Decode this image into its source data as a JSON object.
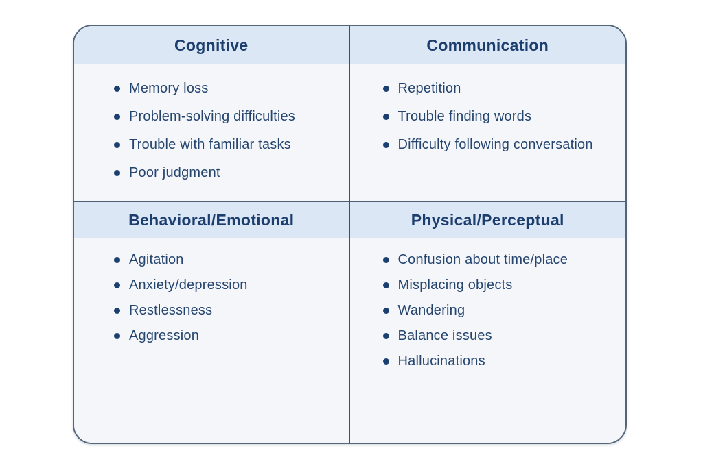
{
  "colors": {
    "page_background": "#ffffff",
    "card_border": "#53657a",
    "header_band": "#dbe7f5",
    "body_background": "#f4f6fa",
    "header_text": "#1c3e6e",
    "item_text": "#25456f",
    "bullet": "#1b406f",
    "vertical_divider": "#3d4f63",
    "row_divider": "#4e6076"
  },
  "quadrants": [
    {
      "id": "cognitive",
      "title": "Cognitive",
      "items": [
        "Memory loss",
        "Problem-solving difficulties",
        "Trouble with familiar tasks",
        "Poor judgment"
      ]
    },
    {
      "id": "communication",
      "title": "Communication",
      "items": [
        "Repetition",
        "Trouble finding words",
        "Difficulty following conversation"
      ]
    },
    {
      "id": "behavioral-emotional",
      "title": "Behavioral/Emotional",
      "items": [
        "Agitation",
        "Anxiety/depression",
        "Restlessness",
        "Aggression"
      ]
    },
    {
      "id": "physical-perceptual",
      "title": "Physical/Perceptual",
      "items": [
        "Confusion about time/place",
        "Misplacing objects",
        "Wandering",
        "Balance issues",
        "Hallucinations"
      ]
    }
  ]
}
